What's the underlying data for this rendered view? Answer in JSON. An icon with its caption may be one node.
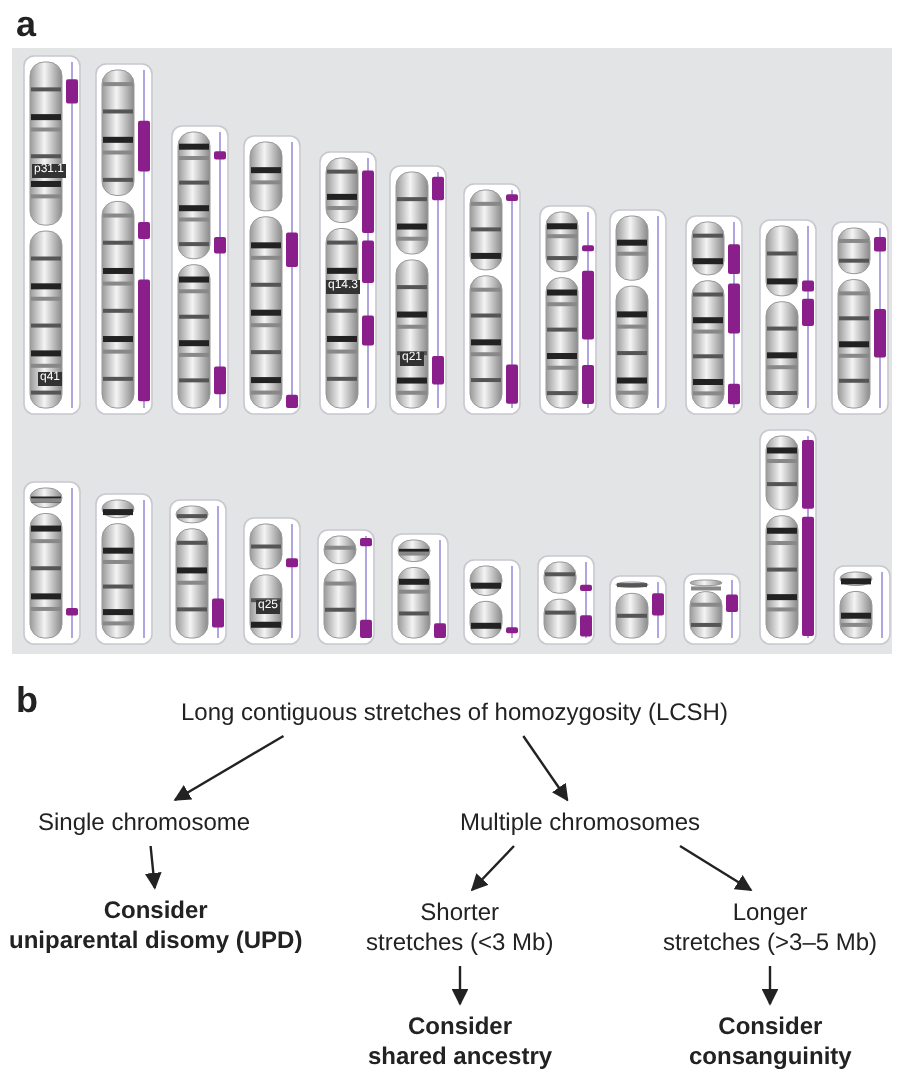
{
  "diagram": {
    "nodes": [
      {
        "text": [
          "Long contiguous stretches of homozygosity (LCSH)"
        ]
      },
      {
        "text": [
          "Single chromosome"
        ]
      },
      {
        "text": [
          "Multiple chromosomes"
        ]
      },
      {
        "text": [
          "Consider",
          "uniparental disomy (UPD)"
        ]
      },
      {
        "text": [
          "Shorter",
          "stretches (<3 Mb)"
        ]
      },
      {
        "text": [
          "Longer",
          "stretches (>3–5 Mb)"
        ]
      },
      {
        "text": [
          "Consider",
          "shared ancestry"
        ]
      },
      {
        "text": [
          "Consider",
          "consanguinity"
        ]
      }
    ],
    "edges": [
      {
        "from": 0,
        "to": 1,
        "arrow": "to"
      },
      {
        "from": 0,
        "to": 2,
        "arrow": "to"
      },
      {
        "from": 1,
        "to": 3,
        "arrow": "to"
      },
      {
        "from": 2,
        "to": 4,
        "arrow": "to"
      },
      {
        "from": 2,
        "to": 5,
        "arrow": "to"
      },
      {
        "from": 4,
        "to": 6,
        "arrow": "to"
      },
      {
        "from": 5,
        "to": 7,
        "arrow": "to"
      }
    ],
    "labels": [
      "a",
      "p31.1",
      "q14.3",
      "q21",
      "q41",
      "q25",
      "b"
    ]
  }
}
